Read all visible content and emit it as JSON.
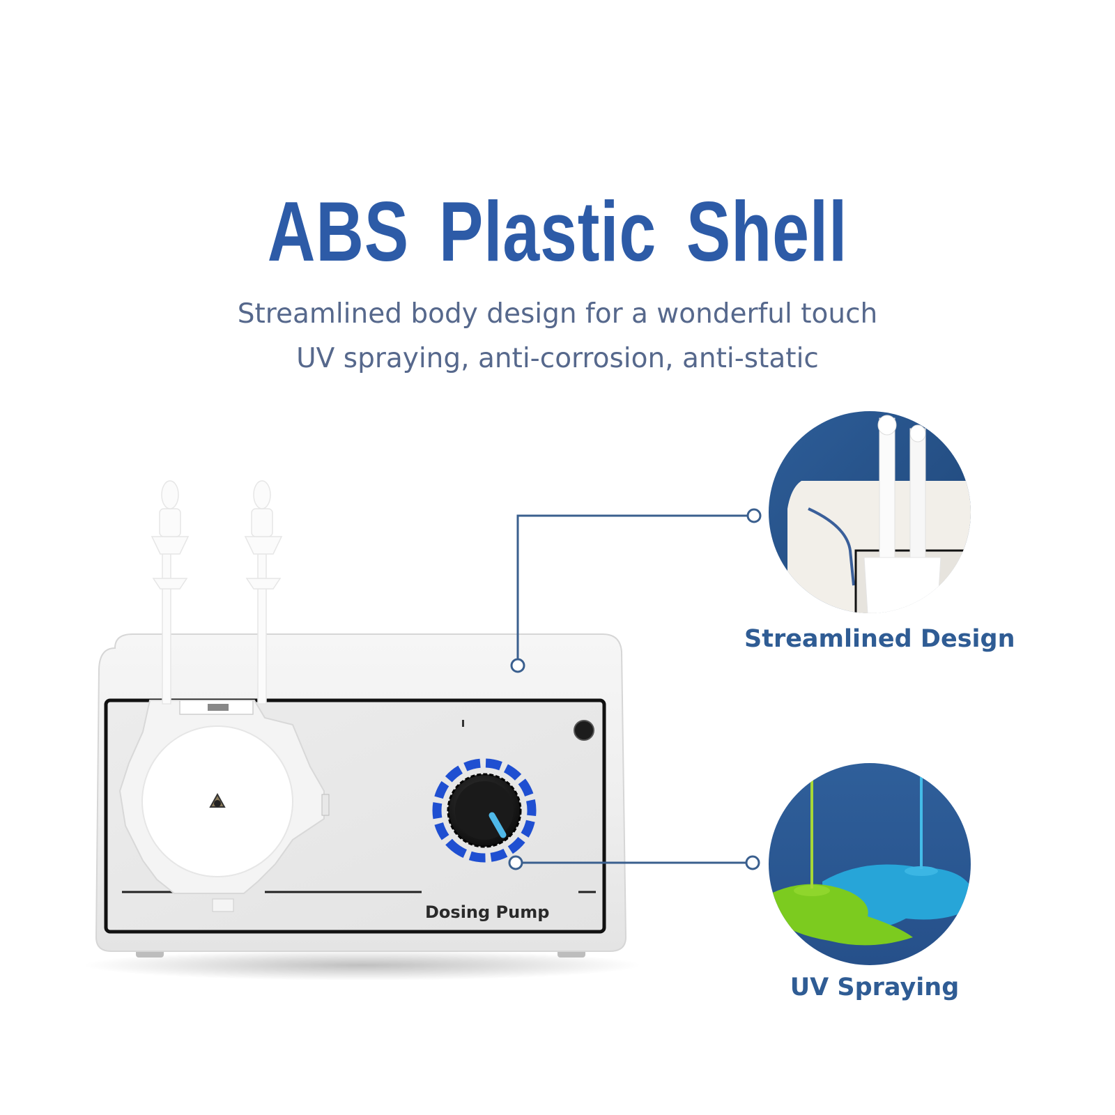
{
  "header": {
    "title": "ABS Plastic Shell",
    "subtitle_line1": "Streamlined body design for a wonderful touch",
    "subtitle_line2": "UV spraying, anti-corrosion, anti-static"
  },
  "product": {
    "brand_label": "Dosing Pump"
  },
  "callouts": [
    {
      "label": "Streamlined Design"
    },
    {
      "label": "UV Spraying"
    }
  ],
  "colors": {
    "title": "#2d5ba7",
    "subtitle": "#56688c",
    "callout_line": "#3a5f8e",
    "dial_ring": "#1f4fd1",
    "circle_bg": "#2f5f9a"
  }
}
